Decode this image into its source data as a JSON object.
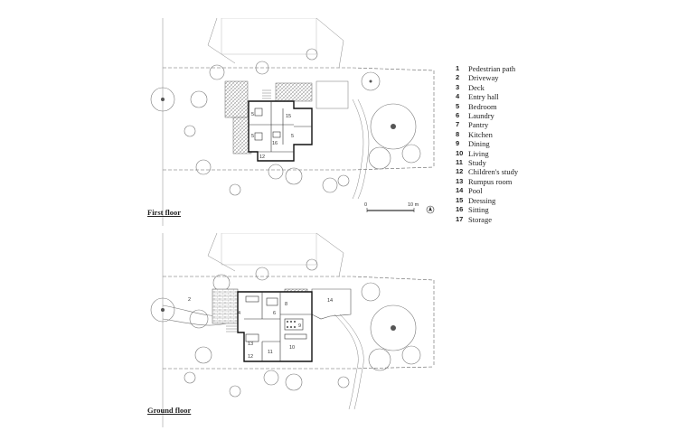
{
  "plans": {
    "first_floor_label": "First floor",
    "ground_floor_label": "Ground floor"
  },
  "scale": {
    "start": "0",
    "end": "10 m"
  },
  "legend": [
    {
      "num": "1",
      "label": "Pedestrian path"
    },
    {
      "num": "2",
      "label": "Driveway"
    },
    {
      "num": "3",
      "label": "Deck"
    },
    {
      "num": "4",
      "label": "Entry hall"
    },
    {
      "num": "5",
      "label": "Bedroom"
    },
    {
      "num": "6",
      "label": "Laundry"
    },
    {
      "num": "7",
      "label": "Pantry"
    },
    {
      "num": "8",
      "label": "Kitchen"
    },
    {
      "num": "9",
      "label": "Dining"
    },
    {
      "num": "10",
      "label": "Living"
    },
    {
      "num": "11",
      "label": "Study"
    },
    {
      "num": "12",
      "label": "Children's study"
    },
    {
      "num": "13",
      "label": "Rumpus room"
    },
    {
      "num": "14",
      "label": "Pool"
    },
    {
      "num": "15",
      "label": "Dressing"
    },
    {
      "num": "16",
      "label": "Sitting"
    },
    {
      "num": "17",
      "label": "Storage"
    }
  ],
  "first_floor_rooms": {
    "r5a": "5",
    "r5b": "5",
    "r5c": "5",
    "r15": "15",
    "r16": "16",
    "r12": "12"
  },
  "ground_floor_rooms": {
    "r2": "2",
    "r14": "14",
    "r4": "4",
    "r13": "13",
    "r12": "12",
    "r11": "11",
    "r10": "10",
    "r8": "8",
    "r9": "9",
    "r6": "6"
  }
}
